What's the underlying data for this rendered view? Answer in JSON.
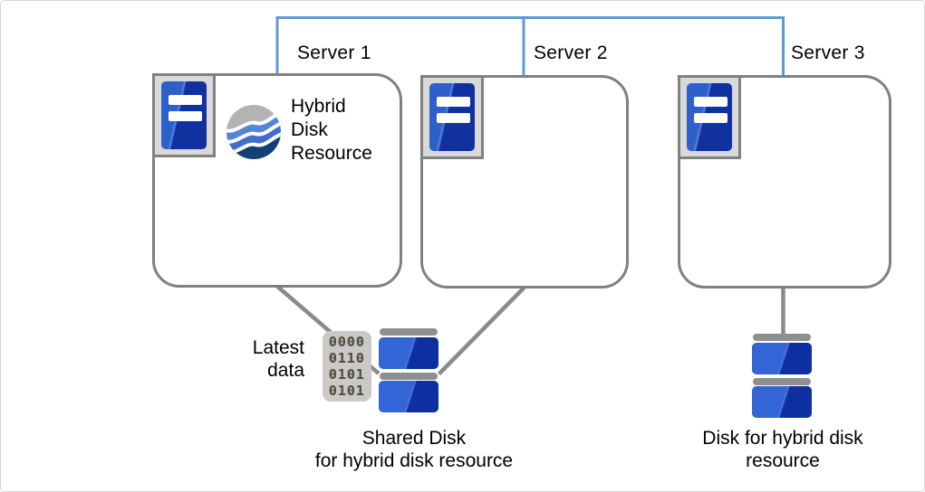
{
  "diagram": {
    "servers": [
      {
        "label": "Server 1"
      },
      {
        "label": "Server 2"
      },
      {
        "label": "Server 3"
      }
    ],
    "hybrid_resource_label": {
      "line1": "Hybrid",
      "line2": "Disk",
      "line3": "Resource"
    },
    "latest_data_label": {
      "line1": "Latest",
      "line2": "data"
    },
    "binary_block": {
      "row1": "0000",
      "row2": "0110",
      "row3": "0101",
      "row4": "0101"
    },
    "shared_disk_label": {
      "line1": "Shared Disk",
      "line2": "for hybrid disk resource"
    },
    "hybrid_disk_label": {
      "line1": "Disk for hybrid disk",
      "line2": "resource"
    },
    "icons": {
      "server": "server-icon",
      "globe": "hybrid-disk-resource-wave-globe-icon",
      "binary": "binary-data-icon",
      "disk": "stacked-disk-icon"
    },
    "colors": {
      "network_line": "#5B9BD5",
      "box_border": "#808080",
      "connector_line": "#8a8a8a",
      "server_blue_light": "#2e60ca",
      "server_blue_dark": "#10319f",
      "disk_blue_light": "#3465d6",
      "disk_blue_dark": "#0d2f9f",
      "disk_bar_gray": "#8f8f8f",
      "globe_gray": "#b3b3b3",
      "globe_blue1": "#5585d8",
      "globe_blue2": "#3f6fc6",
      "globe_navy": "#143e74",
      "icon_frame_fill": "#d9d9d9",
      "binary_bg": "#c9c9c9",
      "binary_digits": "#4d4d4d"
    }
  }
}
